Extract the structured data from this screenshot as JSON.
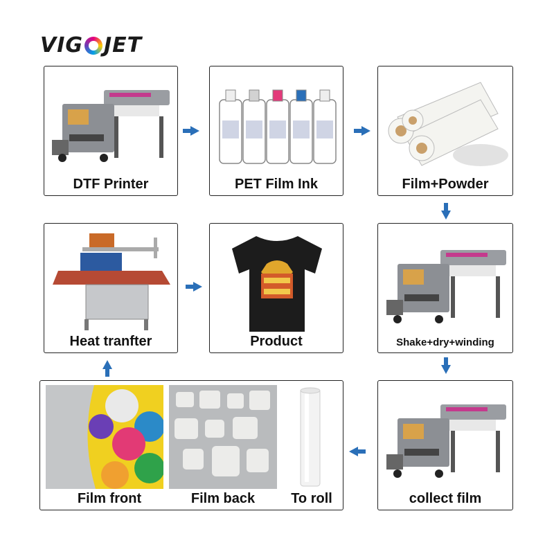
{
  "brand": {
    "logo_left": "VIG",
    "logo_right": "JET"
  },
  "colors": {
    "arrow": "#2a6fb8",
    "border": "#222222",
    "machine": "#8c8f94",
    "film": "#f2f2f2"
  },
  "steps": {
    "dtf_printer": "DTF Printer",
    "pet_film_ink": "PET Film Ink",
    "film_powder": "Film+Powder",
    "shake_dry_winding": "Shake+dry+winding",
    "collect_film": "collect film",
    "film_front": "Film front",
    "film_back": "Film back",
    "to_roll": "To roll",
    "heat_transfer": "Heat tranfter",
    "product": "Product"
  },
  "icons": {
    "arrow": "arrow-icon",
    "printer": "printer-icon",
    "ink": "ink-bottle-icon",
    "roll": "film-roll-icon",
    "press": "heat-press-icon",
    "shirt": "tshirt-icon"
  }
}
